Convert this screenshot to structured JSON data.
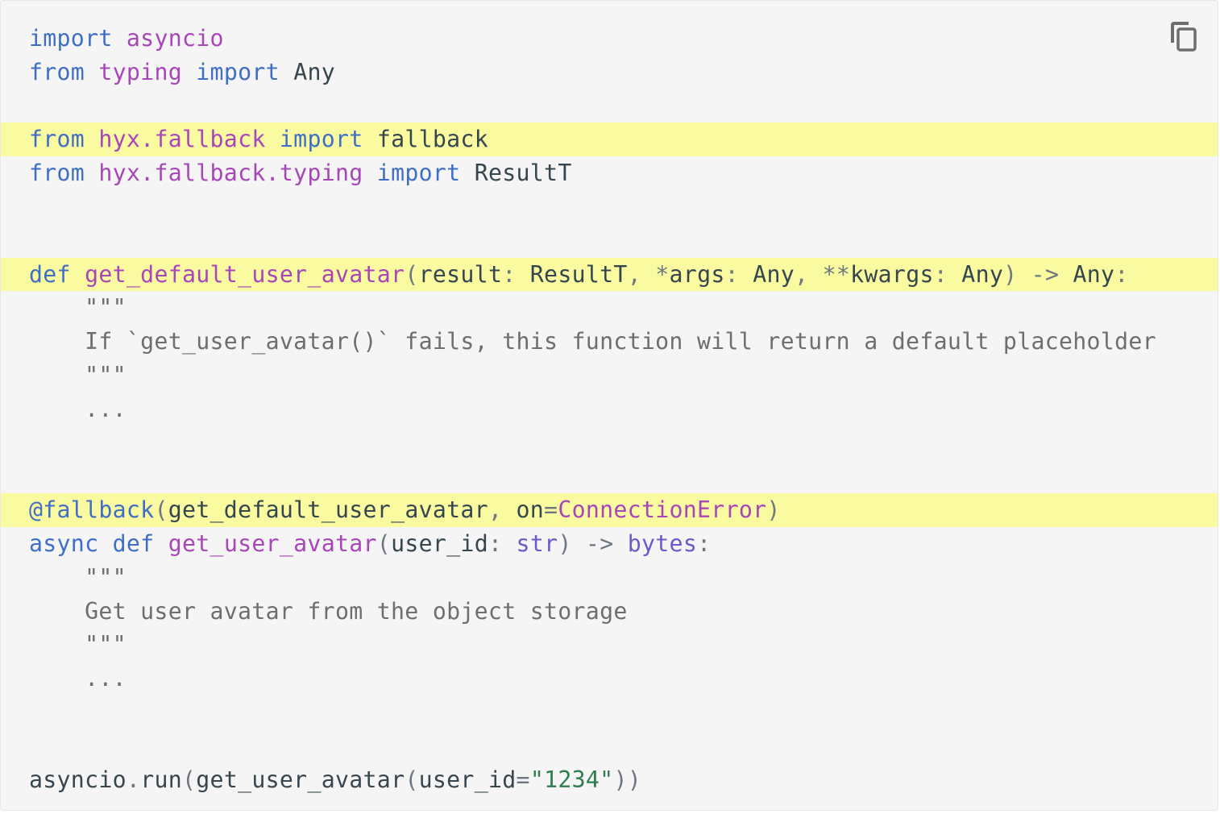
{
  "copy_button": {
    "icon": "copy-icon",
    "tooltip": ""
  },
  "colors": {
    "background": "#f5f5f5",
    "highlight": "#fafaa0",
    "keyword": "#3f6ec6",
    "module": "#a846b9",
    "string": "#2e7d4f",
    "docstring": "#6e6e6e"
  },
  "code": {
    "language": "python",
    "highlighted_lines": [
      4,
      8,
      15
    ],
    "tokens": {
      "l1": [
        "import",
        "asyncio"
      ],
      "l2": [
        "from",
        "typing",
        "import",
        "Any"
      ],
      "l4": [
        "from",
        "hyx.fallback",
        "import",
        "fallback"
      ],
      "l5": [
        "from",
        "hyx.fallback.typing",
        "import",
        "ResultT"
      ],
      "l8": [
        "def",
        "get_default_user_avatar",
        "(",
        "result",
        ":",
        "ResultT",
        ",",
        "*",
        "args",
        ":",
        "Any",
        ",",
        "**",
        "kwargs",
        ":",
        "Any",
        ")",
        "->",
        "Any",
        ":"
      ],
      "l9": "    \"\"\"",
      "l10": "    If `get_user_avatar()` fails, this function will return a default placeholder",
      "l11": "    \"\"\"",
      "l12": "    ...",
      "l15": [
        "@fallback",
        "(",
        "get_default_user_avatar",
        ",",
        "on",
        "=",
        "ConnectionError",
        ")"
      ],
      "l16": [
        "async",
        "def",
        "get_user_avatar",
        "(",
        "user_id",
        ":",
        "str",
        ")",
        "->",
        "bytes",
        ":"
      ],
      "l17": "    \"\"\"",
      "l18": "    Get user avatar from the object storage",
      "l19": "    \"\"\"",
      "l20": "    ...",
      "l23": [
        "asyncio",
        ".",
        "run",
        "(",
        "get_user_avatar",
        "(",
        "user_id",
        "=",
        "\"1234\"",
        ")",
        ")"
      ]
    }
  }
}
